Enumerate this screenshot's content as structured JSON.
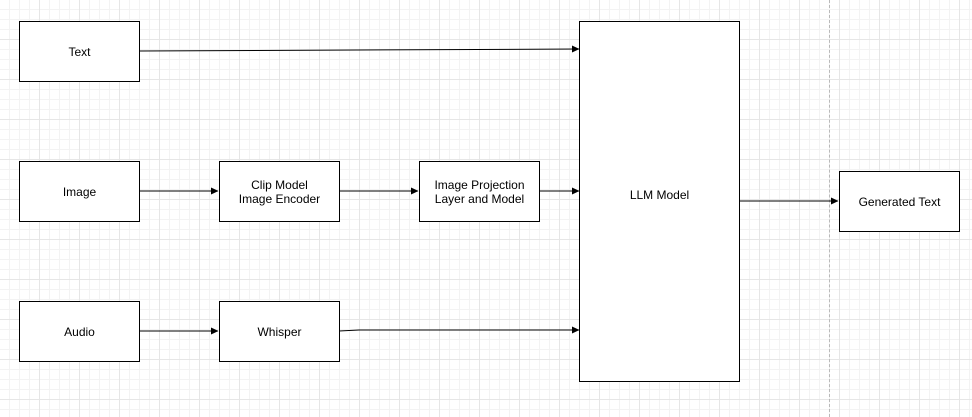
{
  "nodes": {
    "text": "Text",
    "image": "Image",
    "audio": "Audio",
    "clip": "Clip Model\nImage Encoder",
    "projection": "Image Projection\nLayer and Model",
    "whisper": "Whisper",
    "llm": "LLM Model",
    "generated": "Generated Text"
  },
  "edges": [
    {
      "from": "Text",
      "to": "LLM Model"
    },
    {
      "from": "Image",
      "to": "Clip Model Image Encoder"
    },
    {
      "from": "Clip Model Image Encoder",
      "to": "Image Projection Layer and Model"
    },
    {
      "from": "Image Projection Layer and Model",
      "to": "LLM Model"
    },
    {
      "from": "Audio",
      "to": "Whisper"
    },
    {
      "from": "Whisper",
      "to": "LLM Model"
    },
    {
      "from": "LLM Model",
      "to": "Generated Text"
    }
  ],
  "colors": {
    "stroke": "#000000",
    "fill": "#ffffff",
    "grid": "#e6e6e6"
  }
}
